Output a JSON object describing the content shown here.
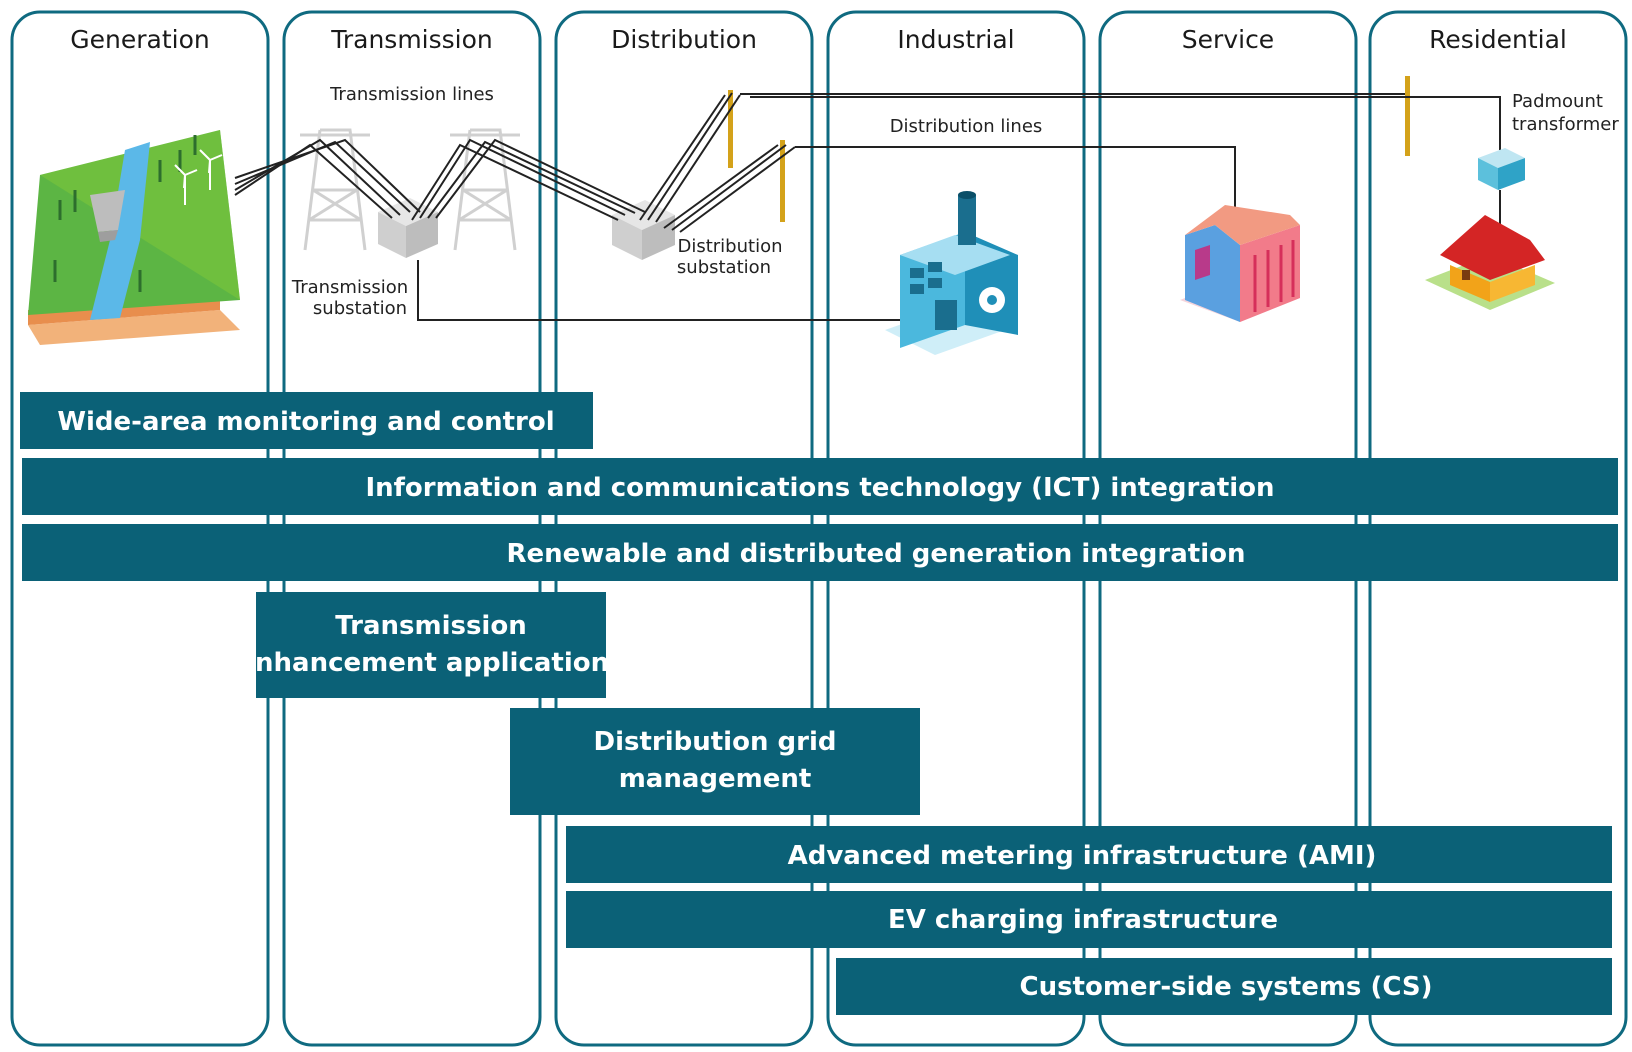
{
  "columns": [
    "Generation",
    "Transmission",
    "Distribution",
    "Industrial",
    "Service",
    "Residential"
  ],
  "labels": {
    "transmission_lines": "Transmission lines",
    "transmission_substation": [
      "Transmission",
      "substation"
    ],
    "distribution_substation": [
      "Distribution",
      "substation"
    ],
    "distribution_lines": "Distribution lines",
    "padmount_transformer": [
      "Padmount",
      "transformer"
    ]
  },
  "bands": {
    "wide_area": "Wide-area monitoring and control",
    "ict": "Information and communications technology (ICT) integration",
    "renewable": "Renewable and distributed generation integration",
    "transmission_apps": [
      "Transmission",
      "enhancement applications"
    ],
    "distribution_grid": [
      "Distribution grid",
      "management"
    ],
    "ami": "Advanced metering infrastructure (AMI)",
    "ev": "EV charging infrastructure",
    "cs": "Customer-side systems (CS)"
  },
  "colors": {
    "band": "#0b6177",
    "column_border": "#0f6a80",
    "line": "#333333"
  }
}
